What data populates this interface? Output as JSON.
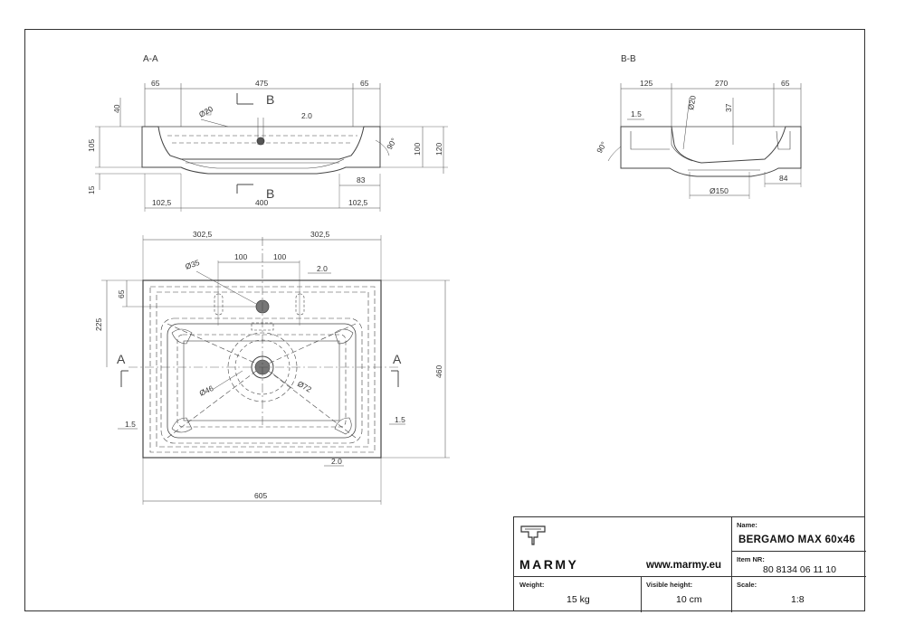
{
  "sections": {
    "aa_top": "A-A",
    "bb_top": "B-B",
    "cut_b": "B",
    "cut_a": "A"
  },
  "section_aa": {
    "top_dims": [
      "65",
      "475",
      "65"
    ],
    "bottom_dims": [
      "102,5",
      "400",
      "102,5"
    ],
    "left_dims": [
      "40",
      "105",
      "15"
    ],
    "right_dims": [
      "100",
      "120"
    ],
    "rim_dim": "83",
    "angle": "90°",
    "hole": "Ø20",
    "slope": "2.0"
  },
  "section_bb": {
    "top_dims": [
      "125",
      "270",
      "65"
    ],
    "hole": "Ø20",
    "depth": "37",
    "angle": "90°",
    "slope": "1.5",
    "outlet": "Ø150",
    "rim": "84"
  },
  "plan": {
    "top_dims": [
      "302,5",
      "302,5"
    ],
    "tap_dims": [
      "100",
      "100"
    ],
    "tap_hole": "Ø35",
    "slope_top": "2.0",
    "slope_left": "1.5",
    "slope_right": "1.5",
    "slope_bottom": "2.0",
    "left_dims": [
      "65",
      "225"
    ],
    "drain_outer": "Ø72",
    "drain_inner": "Ø46",
    "depth_dim": "460",
    "width_dim": "605"
  },
  "title_block": {
    "brand": "MARMY",
    "website": "www.marmy.eu",
    "name_label": "Name:",
    "name_value": "BERGAMO MAX 60x46",
    "item_label": "Item NR:",
    "item_value": "80 8134 06 11 10",
    "weight_label": "Weight:",
    "weight_value": "15 kg",
    "visible_height_label": "Visible height:",
    "visible_height_value": "10 cm",
    "scale_label": "Scale:",
    "scale_value": "1:8"
  }
}
